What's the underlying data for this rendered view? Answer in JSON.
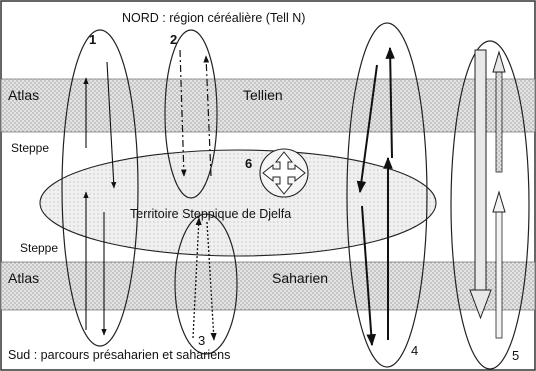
{
  "labels": {
    "north": "NORD : région céréalière (Tell N)",
    "south": "Sud : parcours présaharien et sahariens",
    "atlas_top": "Atlas",
    "tellien": "Tellien",
    "steppe_top": "Steppe",
    "steppe_bottom": "Steppe",
    "atlas_bottom": "Atlas",
    "saharien": "Saharien",
    "territory": "Territoire Steppique de Djelfa"
  },
  "route_numbers": [
    "1",
    "2",
    "3",
    "4",
    "5",
    "6"
  ],
  "colors": {
    "band_fill": "#dcdcdc",
    "ellipse_fill": "#eeeeee",
    "stroke": "#222222"
  },
  "icons": {
    "center": "four-way-arrows-icon"
  }
}
